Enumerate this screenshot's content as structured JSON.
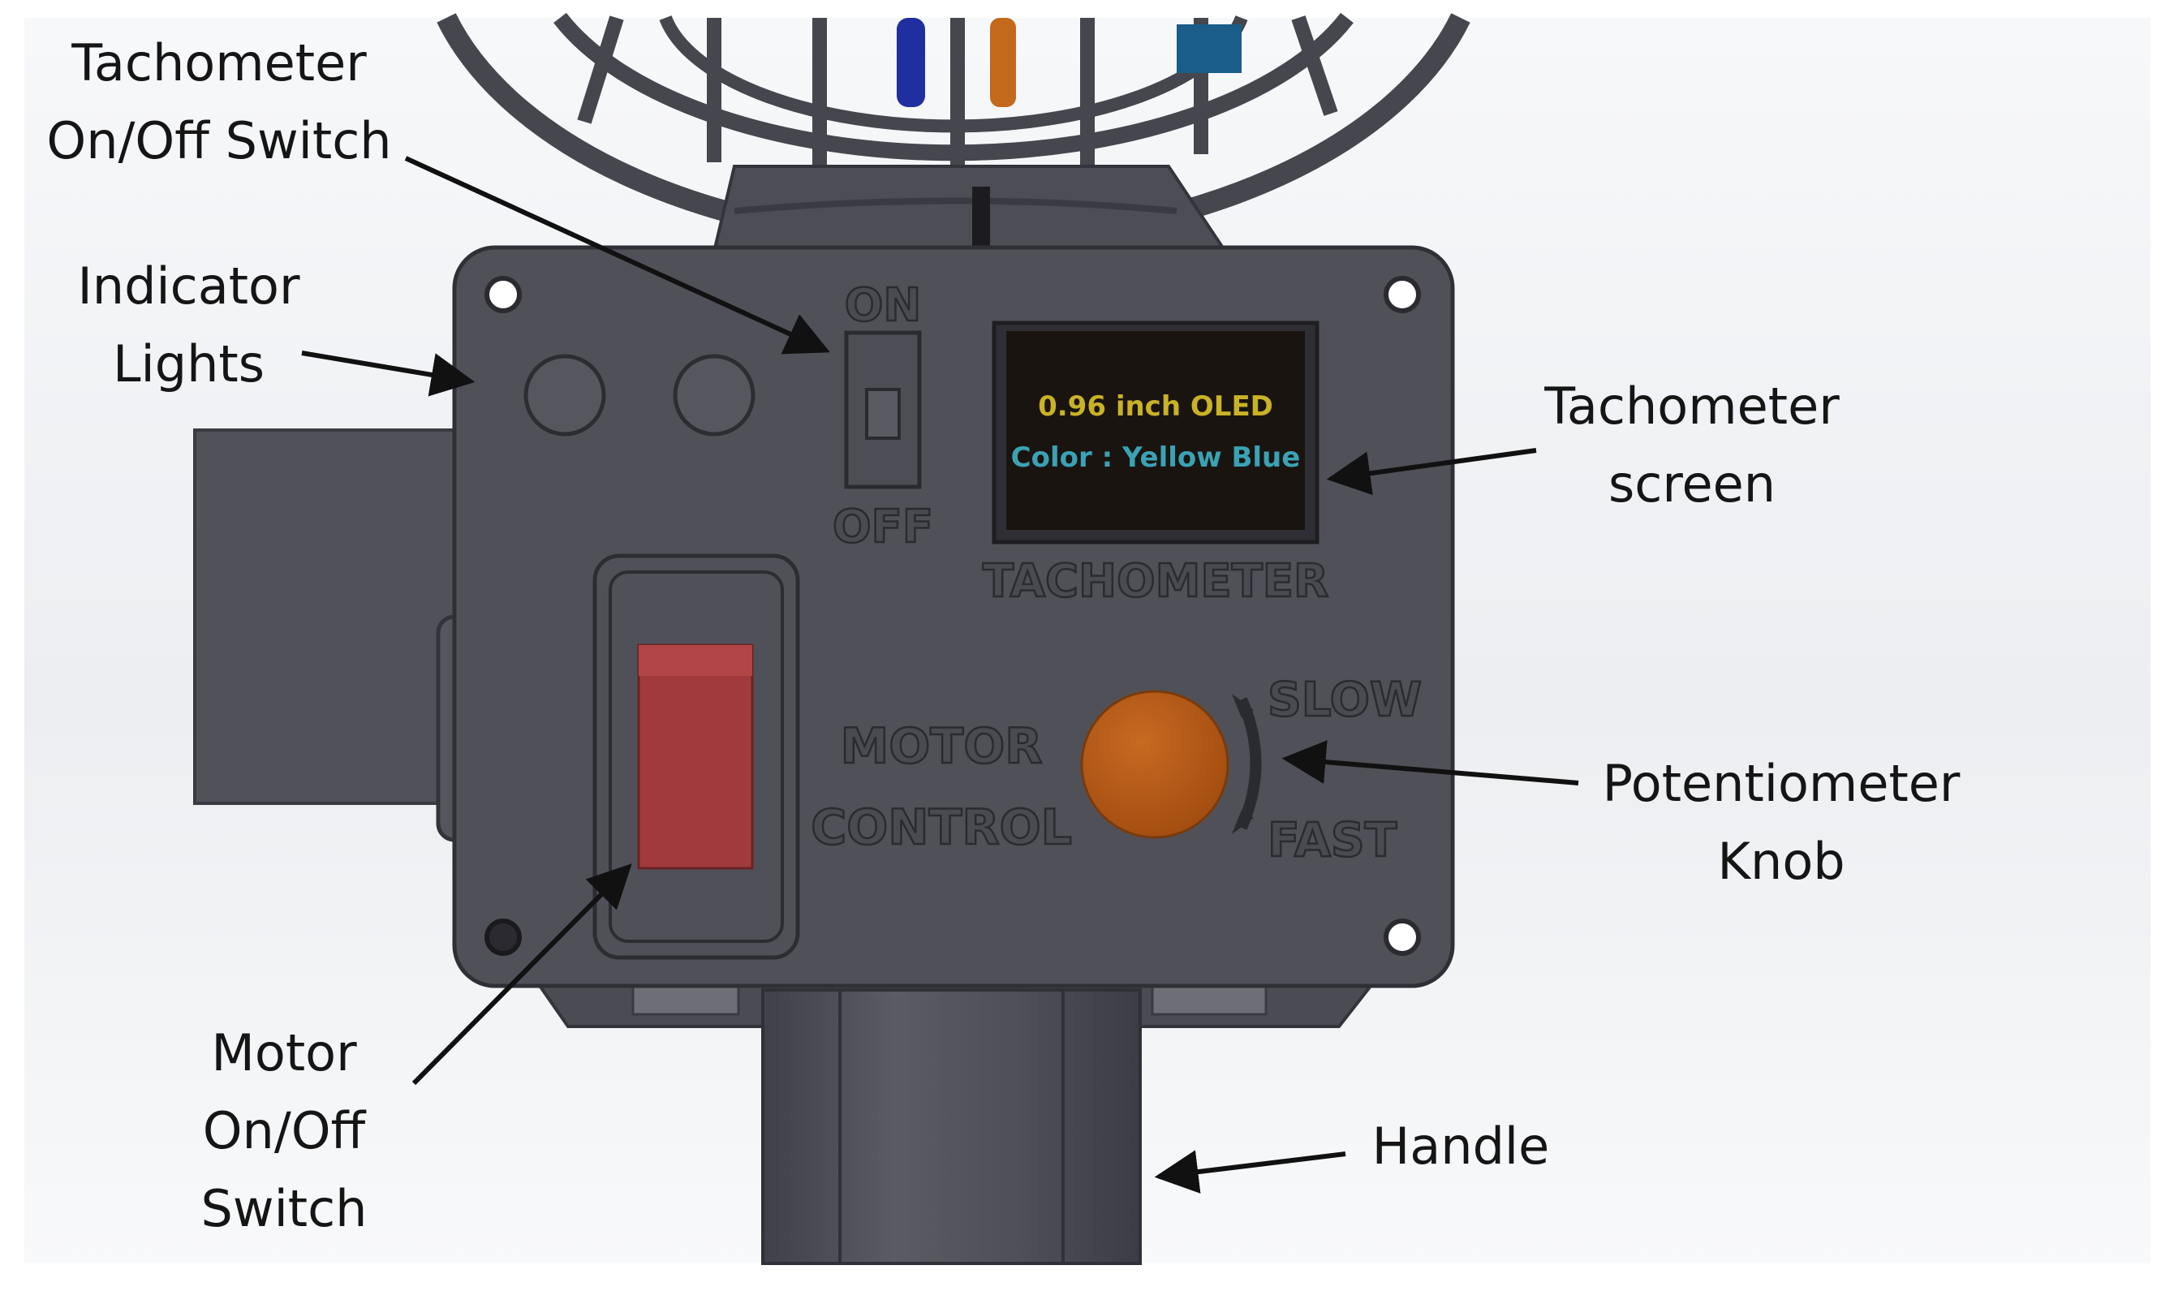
{
  "callouts": {
    "tacho_switch": [
      "Tachometer",
      "On/Off Switch"
    ],
    "indicator": [
      "Indicator",
      "Lights"
    ],
    "tacho_screen": [
      "Tachometer",
      "screen"
    ],
    "pot_knob": [
      "Potentiometer",
      "Knob"
    ],
    "motor_switch": [
      "Motor",
      "On/Off",
      "Switch"
    ],
    "handle": [
      "Handle"
    ]
  },
  "panel": {
    "switch_on": "ON",
    "switch_off": "OFF",
    "tachometer": "TACHOMETER",
    "motor": "MOTOR",
    "control": "CONTROL",
    "slow": "SLOW",
    "fast": "FAST"
  },
  "oled": {
    "line1": "0.96 inch OLED",
    "line2": "Color : Yellow Blue"
  },
  "colors": {
    "body": "#4f5058",
    "rocker": "#a03a3c",
    "knob": "#b75a16",
    "oled_yellow": "#c9b227",
    "oled_blue": "#3aa2b4"
  }
}
